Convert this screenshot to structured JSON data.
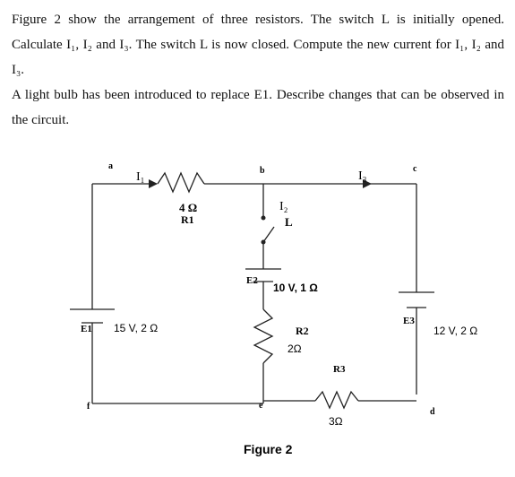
{
  "question": {
    "paragraph1": "Figure 2 show the arrangement of three resistors. The switch L is initially opened. Calculate I₁, I₂ and I₃. The switch L is now closed. Compute the new current for I₁, I₂ and I₃.",
    "paragraph2": "A light bulb has been introduced to replace E1. Describe changes that can be observed in the circuit."
  },
  "figure": {
    "caption": "Figure 2",
    "nodes": {
      "a": "a",
      "b": "b",
      "c": "c",
      "d": "d",
      "e": "e",
      "f": "f"
    },
    "currents": {
      "i1": "I₁",
      "i2": "I₂",
      "i3": "I₃"
    },
    "r1": {
      "value": "4 Ω",
      "name": "R1"
    },
    "r2": {
      "name": "R2",
      "value": "2Ω"
    },
    "r3": {
      "name": "R3",
      "value": "3Ω"
    },
    "e1": {
      "name": "E1",
      "value": "15 V, 2 Ω"
    },
    "e2": {
      "name": "E2",
      "value": "10 V, 1 Ω"
    },
    "e3": {
      "name": "E3",
      "value": "12 V, 2 Ω"
    },
    "switch": {
      "name": "L"
    }
  }
}
